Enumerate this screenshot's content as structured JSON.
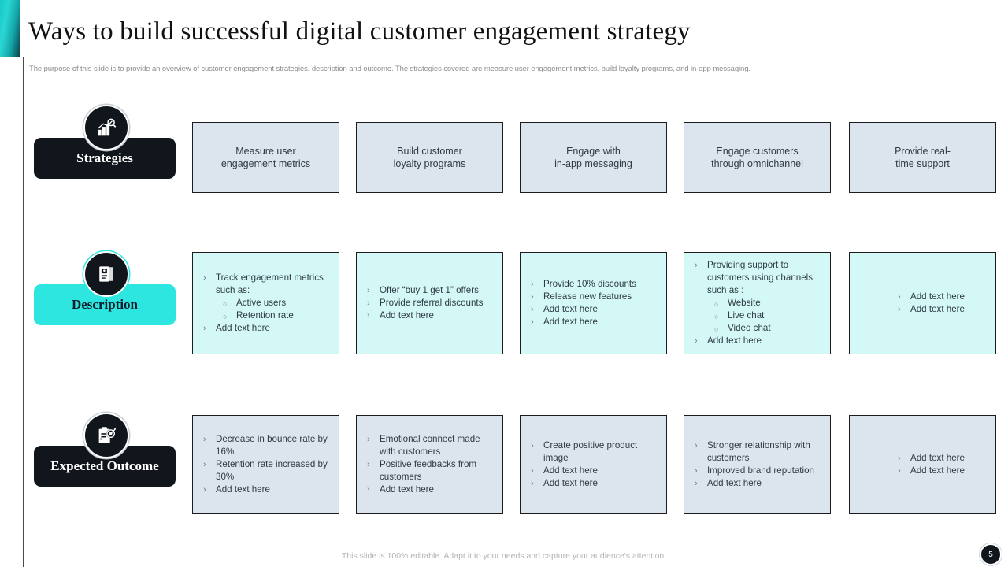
{
  "header": {
    "title": "Ways to build successful digital customer engagement strategy",
    "subtitle": "The purpose of this slide is to provide an overview of customer engagement strategies, description and outcome. The strategies covered are measure user engagement metrics, build loyalty programs, and in-app messaging."
  },
  "colors": {
    "accent_teal": "#2ee6e0",
    "dark": "#11161c",
    "strategy_fill": "#dce5ee",
    "description_fill": "#d4f8f6",
    "text": "#2e3a46"
  },
  "rows": [
    {
      "label": "Strategies",
      "icon": "bar-chart-magnifier-icon",
      "style": "dark"
    },
    {
      "label": "Description",
      "icon": "document-book-icon",
      "style": "teal"
    },
    {
      "label": "Expected Outcome",
      "icon": "clipboard-target-icon",
      "style": "dark"
    }
  ],
  "strategies": [
    "Measure user\nengagement metrics",
    "Build customer\nloyalty programs",
    "Engage with\nin-app messaging",
    "Engage customers\nthrough omnichannel",
    "Provide  real-\ntime support"
  ],
  "descriptions": [
    {
      "items": [
        {
          "level": 1,
          "text": "Track engagement metrics such as:"
        },
        {
          "level": 2,
          "text": "Active users"
        },
        {
          "level": 2,
          "text": "Retention rate"
        },
        {
          "level": 1,
          "text": "Add text here"
        }
      ]
    },
    {
      "items": [
        {
          "level": 1,
          "text": "Offer “buy 1 get 1” offers"
        },
        {
          "level": 1,
          "text": "Provide  referral discounts"
        },
        {
          "level": 1,
          "text": "Add text here"
        }
      ]
    },
    {
      "items": [
        {
          "level": 1,
          "text": "Provide  10% discounts"
        },
        {
          "level": 1,
          "text": "Release new features"
        },
        {
          "level": 1,
          "text": "Add text here"
        },
        {
          "level": 1,
          "text": "Add text here"
        }
      ]
    },
    {
      "items": [
        {
          "level": 1,
          "text": "Providing  support to customers using channels  such as :"
        },
        {
          "level": 2,
          "text": "Website"
        },
        {
          "level": 2,
          "text": "Live  chat"
        },
        {
          "level": 2,
          "text": "Video chat"
        },
        {
          "level": 1,
          "text": "Add text here"
        }
      ]
    },
    {
      "centered": true,
      "items": [
        {
          "level": 1,
          "text": "Add text here"
        },
        {
          "level": 1,
          "text": "Add text here"
        }
      ]
    }
  ],
  "outcomes": [
    {
      "items": [
        {
          "level": 1,
          "text": "Decrease in bounce rate by 16%"
        },
        {
          "level": 1,
          "text": "Retention rate increased by 30%"
        },
        {
          "level": 1,
          "text": "Add text here"
        }
      ]
    },
    {
      "items": [
        {
          "level": 1,
          "text": "Emotional connect made with customers"
        },
        {
          "level": 1,
          "text": "Positive feedbacks from customers"
        },
        {
          "level": 1,
          "text": "Add text here"
        }
      ]
    },
    {
      "items": [
        {
          "level": 1,
          "text": "Create  positive product  image"
        },
        {
          "level": 1,
          "text": "Add text here"
        },
        {
          "level": 1,
          "text": "Add text here"
        }
      ]
    },
    {
      "items": [
        {
          "level": 1,
          "text": "Stronger relationship with customers"
        },
        {
          "level": 1,
          "text": "Improved  brand reputation"
        },
        {
          "level": 1,
          "text": "Add text here"
        }
      ]
    },
    {
      "centered": true,
      "items": [
        {
          "level": 1,
          "text": "Add text here"
        },
        {
          "level": 1,
          "text": "Add text here"
        }
      ]
    }
  ],
  "footer": {
    "note": "This slide is 100% editable. Adapt it to your needs and capture your audience's attention.",
    "page_number": "5"
  },
  "bullet_marks": {
    "level1": "›",
    "level2": "○"
  }
}
